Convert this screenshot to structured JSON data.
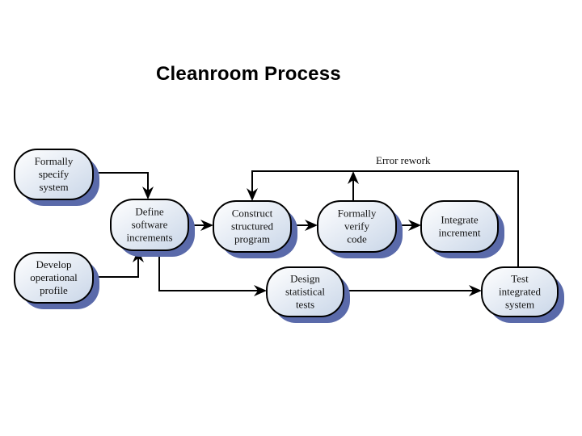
{
  "title": "Cleanroom Process",
  "colors": {
    "node_fill_light": "#ffffff",
    "node_fill_dark": "#c9d6e8",
    "node_stroke": "#000000",
    "shadow": "#5a6aaa",
    "edge": "#000000"
  },
  "nodes": [
    {
      "id": "formally-specify-system",
      "lines": [
        "Formally",
        "specify",
        "system"
      ]
    },
    {
      "id": "define-software-increments",
      "lines": [
        "Define",
        "software",
        "increments"
      ]
    },
    {
      "id": "develop-operational-profile",
      "lines": [
        "Develop",
        "operational",
        "profile"
      ]
    },
    {
      "id": "construct-structured-program",
      "lines": [
        "Construct",
        "structured",
        "program"
      ]
    },
    {
      "id": "formally-verify-code",
      "lines": [
        "Formally",
        "verify",
        "code"
      ]
    },
    {
      "id": "integrate-increment",
      "lines": [
        "Integrate",
        "increment"
      ]
    },
    {
      "id": "design-statistical-tests",
      "lines": [
        "Design",
        "statistical",
        "tests"
      ]
    },
    {
      "id": "test-integrated-system",
      "lines": [
        "Test",
        "integrated",
        "system"
      ]
    }
  ],
  "edges": [
    {
      "from": "formally-specify-system",
      "to": "define-software-increments"
    },
    {
      "from": "develop-operational-profile",
      "to": "define-software-increments"
    },
    {
      "from": "define-software-increments",
      "to": "construct-structured-program"
    },
    {
      "from": "construct-structured-program",
      "to": "formally-verify-code"
    },
    {
      "from": "formally-verify-code",
      "to": "integrate-increment"
    },
    {
      "from": "define-software-increments",
      "to": "design-statistical-tests"
    },
    {
      "from": "design-statistical-tests",
      "to": "test-integrated-system"
    },
    {
      "from": "test-integrated-system",
      "to": "construct-structured-program",
      "label": "Error rework"
    },
    {
      "from": "formally-verify-code",
      "to": "error-rework-loop"
    }
  ],
  "labels": {
    "error_rework": "Error rework"
  }
}
